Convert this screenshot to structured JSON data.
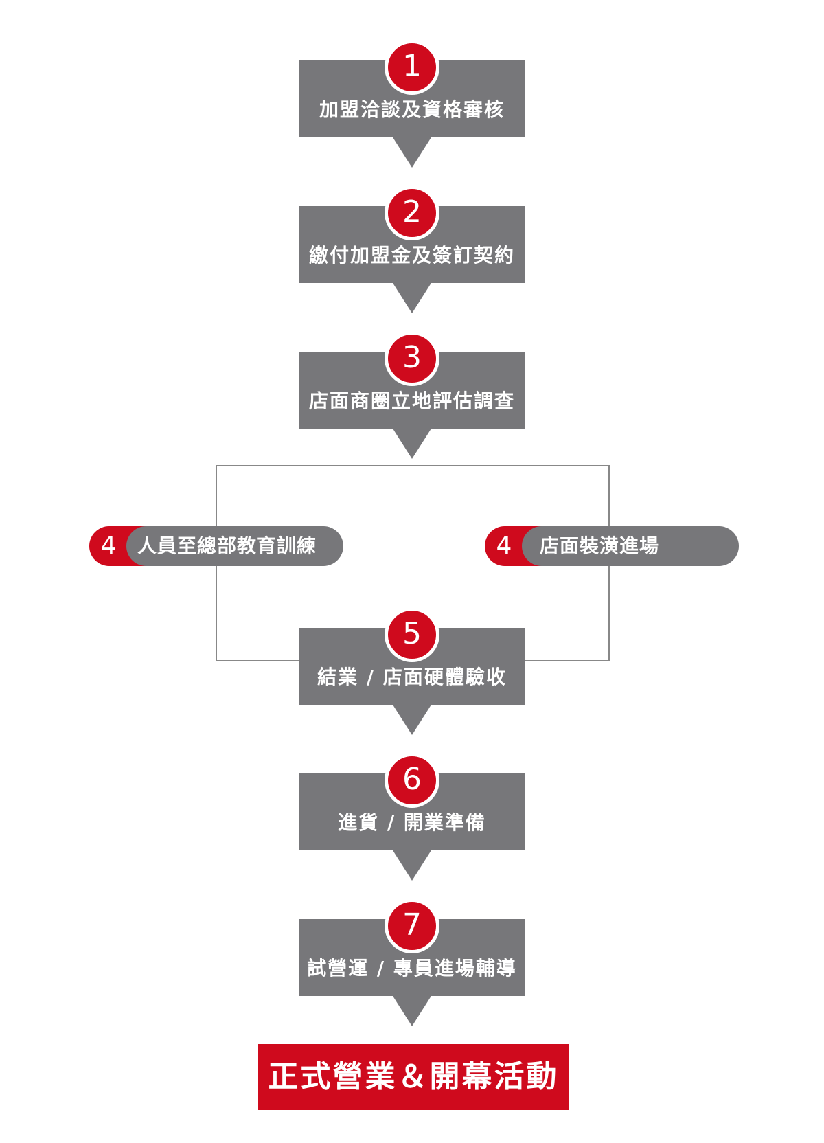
{
  "steps": [
    {
      "num": "1",
      "label": "加盟洽談及資格審核"
    },
    {
      "num": "2",
      "label": "繳付加盟金及簽訂契約"
    },
    {
      "num": "3",
      "label": "店面商圈立地評估調查"
    },
    {
      "num": "5",
      "label": "結業 / 店面硬體驗收"
    },
    {
      "num": "6",
      "label": "進貨 / 開業準備"
    },
    {
      "num": "7",
      "label": "試營運 / 專員進場輔導"
    }
  ],
  "branches": {
    "left": {
      "num": "4",
      "label": "人員至總部教育訓練"
    },
    "right": {
      "num": "4",
      "label": "店面裝潢進場"
    }
  },
  "final": {
    "label": "正式營業＆開幕活動"
  },
  "colors": {
    "accent": "#cf0a1d",
    "box": "#77777a",
    "line": "#888888"
  }
}
